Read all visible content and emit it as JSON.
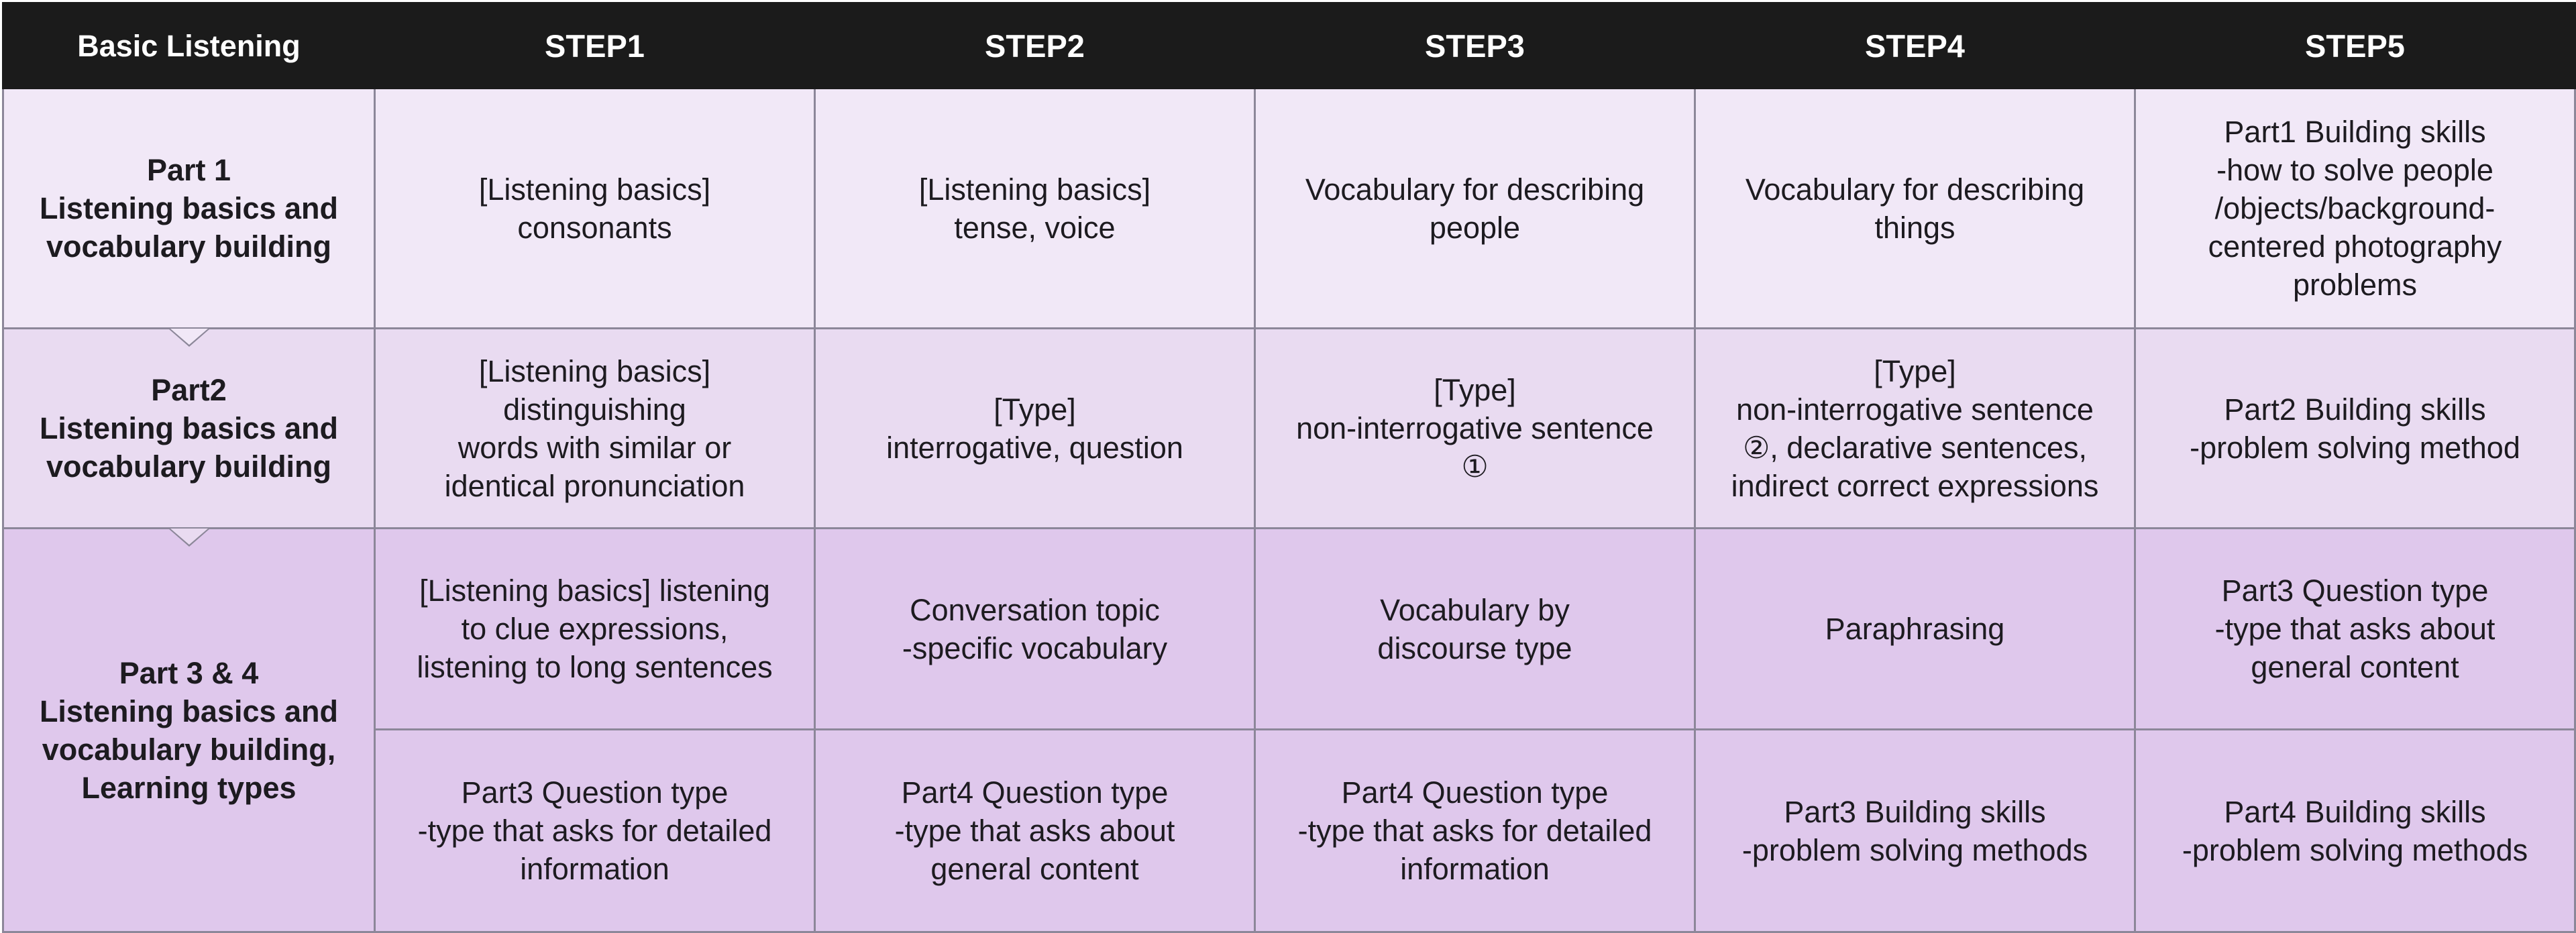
{
  "header": {
    "corner": "Basic Listening",
    "steps": [
      "STEP1",
      "STEP2",
      "STEP3",
      "STEP4",
      "STEP5"
    ]
  },
  "rows": [
    {
      "part_lines": [
        "Part 1",
        "Listening basics and",
        "vocabulary building"
      ],
      "cells": [
        [
          "[Listening basics]",
          "consonants"
        ],
        [
          "[Listening basics]",
          "tense, voice"
        ],
        [
          "Vocabulary for describing",
          "people"
        ],
        [
          "Vocabulary for describing",
          "things"
        ],
        [
          "Part1 Building skills",
          "-how to solve people",
          "/objects/background-",
          "centered photography",
          "problems"
        ]
      ]
    },
    {
      "part_lines": [
        "Part2",
        "Listening basics and",
        "vocabulary building"
      ],
      "cells": [
        [
          "[Listening basics]",
          "distinguishing",
          "words with similar or",
          "identical pronunciation"
        ],
        [
          "[Type]",
          "interrogative, question"
        ],
        [
          "[Type]",
          "non-interrogative sentence",
          "①"
        ],
        [
          "[Type]",
          "non-interrogative sentence",
          "②, declarative sentences,",
          "indirect correct expressions"
        ],
        [
          "Part2 Building skills",
          "-problem solving method"
        ]
      ]
    },
    {
      "part_lines": [
        "Part 3 & 4",
        "Listening basics and",
        "vocabulary building,",
        "Learning types"
      ],
      "cells": [
        [
          "[Listening basics] listening",
          "to clue expressions,",
          "listening to long sentences"
        ],
        [
          "Conversation topic",
          "-specific vocabulary"
        ],
        [
          "Vocabulary by",
          "discourse type"
        ],
        [
          "Paraphrasing"
        ],
        [
          "Part3 Question type",
          "-type that asks about",
          "general content"
        ]
      ]
    },
    {
      "cells": [
        [
          "Part3 Question type",
          "-type that asks for detailed",
          "information"
        ],
        [
          "Part4 Question type",
          "-type that asks about",
          "general content"
        ],
        [
          "Part4 Question type",
          "-type that asks for detailed",
          "information"
        ],
        [
          "Part3 Building skills",
          "-problem solving methods"
        ],
        [
          "Part4 Building skills",
          "-problem solving methods"
        ]
      ]
    }
  ]
}
